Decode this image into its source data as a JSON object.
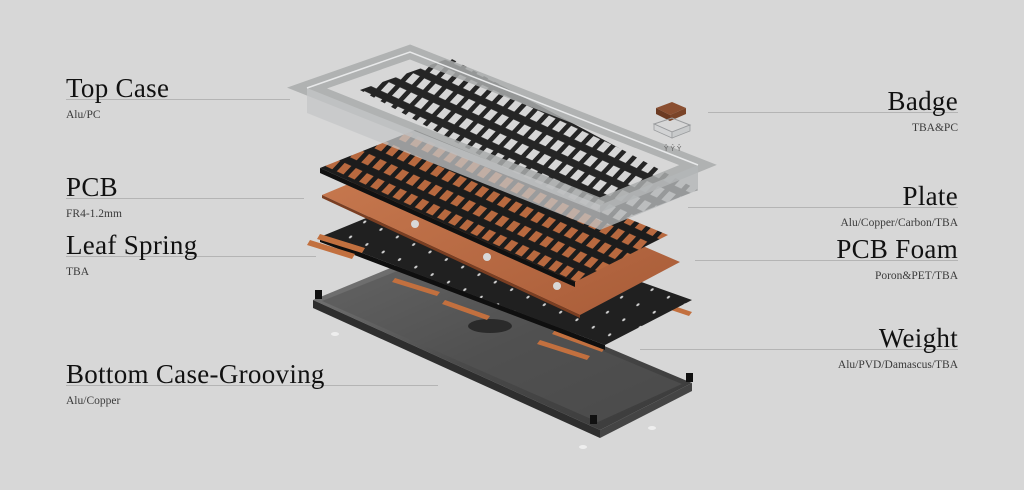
{
  "page": {
    "background": "#d7d7d7",
    "subject": "Exploded keyboard assembly diagram"
  },
  "labels_left": [
    {
      "title": "Top Case",
      "sub": "Alu/PC"
    },
    {
      "title": "PCB",
      "sub": "FR4-1.2mm"
    },
    {
      "title": "Leaf Spring",
      "sub": "TBA"
    },
    {
      "title": "Bottom Case-Grooving",
      "sub": "Alu/Copper"
    }
  ],
  "labels_right": [
    {
      "title": "Badge",
      "sub": "TBA&PC"
    },
    {
      "title": "Plate",
      "sub": "Alu/Copper/Carbon/TBA"
    },
    {
      "title": "PCB Foam",
      "sub": "Poron&PET/TBA"
    },
    {
      "title": "Weight",
      "sub": "Alu/PVD/Damascus/TBA"
    }
  ],
  "colors": {
    "copper": "#b86a42",
    "black_plate": "#1c1c1c",
    "case_gray": "#5a5a5a",
    "clear_case": "#c9cbcc",
    "leader_line": "#b4b4b4"
  }
}
